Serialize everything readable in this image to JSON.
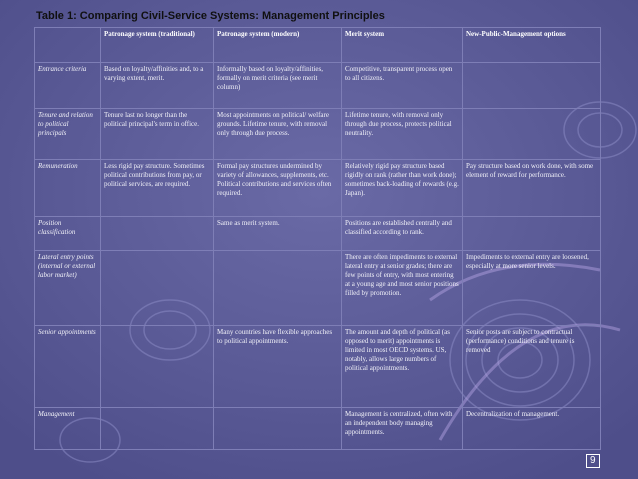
{
  "title": "Table 1: Comparing Civil-Service Systems: Management Principles",
  "columns": [
    "",
    "Patronage system (traditional)",
    "Patronage system (modern)",
    "Merit system",
    "New-Public-Management options"
  ],
  "rows": [
    {
      "label": "Entrance criteria",
      "cells": [
        "Based on loyalty/affinities and, to a varying extent, merit.",
        "Informally based on loyalty/affinities, formally on merit criteria (see merit column)",
        "Competitive, transparent process open to all citizens.",
        ""
      ]
    },
    {
      "label": "Tenure and relation to political principals",
      "cells": [
        "Tenure last no longer than the political principal's term in office.",
        "Most appointments on political/ welfare grounds. Lifetime tenure, with removal only through due process.",
        "Lifetime tenure, with removal only through due process, protects political neutrality.",
        ""
      ]
    },
    {
      "label": "Remuneration",
      "cells": [
        "Less rigid pay structure. Sometimes political contributions from pay, or political services, are required.",
        "Formal pay structures undermined by variety of allowances, supplements, etc. Political contributions and services often required.",
        "Relatively rigid pay structure based rigidly on rank (rather than work done); sometimes back-loading of rewards (e.g. Japan).",
        "Pay structure based on work done, with some element of reward for performance."
      ]
    },
    {
      "label": "Position classification",
      "cells": [
        "",
        "Same as merit system.",
        "Positions are established centrally and classified according to rank.",
        ""
      ]
    },
    {
      "label": "Lateral entry points (internal or external labor market)",
      "cells": [
        "",
        "",
        "There are often impediments to external lateral entry at senior grades; there are few points of entry, with most entering at a young age and most senior positions filled by promotion.",
        "Impediments to external entry are loosened, especially at more senior levels."
      ]
    },
    {
      "label": "Senior appointments",
      "cells": [
        "",
        "Many countries have flexible approaches to political appointments.",
        "The amount and depth of political (as opposed to merit) appointments is limited in most OECD systems. US, notably, allows large numbers of political appointments.",
        "Senior posts are subject to contractual (performance) conditions and tenure is removed"
      ]
    },
    {
      "label": "Management",
      "cells": [
        "",
        "",
        "Management is centralized, often with an independent body managing appointments.",
        "Decentralization of management."
      ]
    }
  ],
  "page_number": "9",
  "colors": {
    "background": "#5a5a96",
    "grid_line": "#7e7eb6",
    "text": "#f1f1f8",
    "title": "#101010"
  }
}
